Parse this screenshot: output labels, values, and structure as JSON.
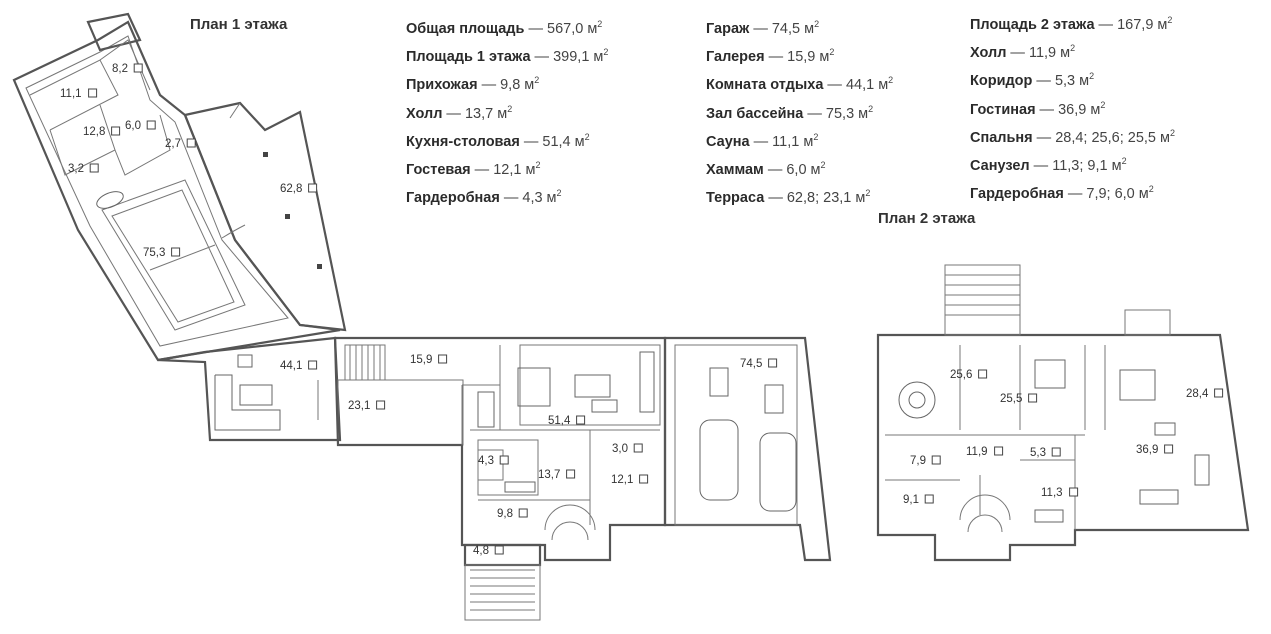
{
  "titles": {
    "floor1": "План 1 этажа",
    "floor2": "План 2 этажа"
  },
  "legend_col1": [
    {
      "name": "Общая площадь",
      "value": "567,0 м",
      "sup": "2"
    },
    {
      "name": "Площадь 1 этажа",
      "value": "399,1 м",
      "sup": "2"
    },
    {
      "name": "Прихожая",
      "value": "9,8 м",
      "sup": "2"
    },
    {
      "name": "Холл",
      "value": "13,7 м",
      "sup": "2"
    },
    {
      "name": "Кухня-столовая",
      "value": "51,4 м",
      "sup": "2"
    },
    {
      "name": "Гостевая",
      "value": "12,1 м",
      "sup": "2"
    },
    {
      "name": "Гардеробная",
      "value": "4,3 м",
      "sup": "2"
    }
  ],
  "legend_col2": [
    {
      "name": "Гараж",
      "value": "74,5 м",
      "sup": "2"
    },
    {
      "name": "Галерея",
      "value": "15,9 м",
      "sup": "2"
    },
    {
      "name": "Комната отдыха",
      "value": "44,1 м",
      "sup": "2"
    },
    {
      "name": "Зал бассейна",
      "value": "75,3 м",
      "sup": "2"
    },
    {
      "name": "Сауна",
      "value": "11,1 м",
      "sup": "2"
    },
    {
      "name": "Хаммам",
      "value": "6,0 м",
      "sup": "2"
    },
    {
      "name": "Терраса",
      "value": "62,8; 23,1 м",
      "sup": "2"
    }
  ],
  "legend_col3": [
    {
      "name": "Площадь 2 этажа",
      "value": "167,9 м",
      "sup": "2"
    },
    {
      "name": "Холл",
      "value": "11,9 м",
      "sup": "2"
    },
    {
      "name": "Коридор",
      "value": "5,3 м",
      "sup": "2"
    },
    {
      "name": "Гостиная",
      "value": "36,9 м",
      "sup": "2"
    },
    {
      "name": "Спальня",
      "value": "28,4; 25,6; 25,5 м",
      "sup": "2"
    },
    {
      "name": "Санузел",
      "value": "11,3; 9,1 м",
      "sup": "2"
    },
    {
      "name": "Гардеробная",
      "value": "7,9; 6,0 м",
      "sup": "2"
    }
  ],
  "floor1_rooms": [
    {
      "id": "r82",
      "label": "8,2"
    },
    {
      "id": "r111",
      "label": "11,1"
    },
    {
      "id": "r128",
      "label": "12,8"
    },
    {
      "id": "r60",
      "label": "6,0"
    },
    {
      "id": "r27",
      "label": "2,7"
    },
    {
      "id": "r32",
      "label": "3,2"
    },
    {
      "id": "r628",
      "label": "62,8"
    },
    {
      "id": "r753",
      "label": "75,3"
    },
    {
      "id": "r441",
      "label": "44,1"
    },
    {
      "id": "r159",
      "label": "15,9"
    },
    {
      "id": "r231",
      "label": "23,1"
    },
    {
      "id": "r514",
      "label": "51,4"
    },
    {
      "id": "r745",
      "label": "74,5"
    },
    {
      "id": "r43",
      "label": "4,3"
    },
    {
      "id": "r137",
      "label": "13,7"
    },
    {
      "id": "r30",
      "label": "3,0"
    },
    {
      "id": "r121",
      "label": "12,1"
    },
    {
      "id": "r98",
      "label": "9,8"
    },
    {
      "id": "r48",
      "label": "4,8"
    }
  ],
  "floor2_rooms": [
    {
      "id": "s256",
      "label": "25,6"
    },
    {
      "id": "s255",
      "label": "25,5"
    },
    {
      "id": "s284",
      "label": "28,4"
    },
    {
      "id": "s79",
      "label": "7,9"
    },
    {
      "id": "s119",
      "label": "11,9"
    },
    {
      "id": "s53",
      "label": "5,3"
    },
    {
      "id": "s369",
      "label": "36,9"
    },
    {
      "id": "s91",
      "label": "9,1"
    },
    {
      "id": "s113",
      "label": "11,3"
    }
  ]
}
